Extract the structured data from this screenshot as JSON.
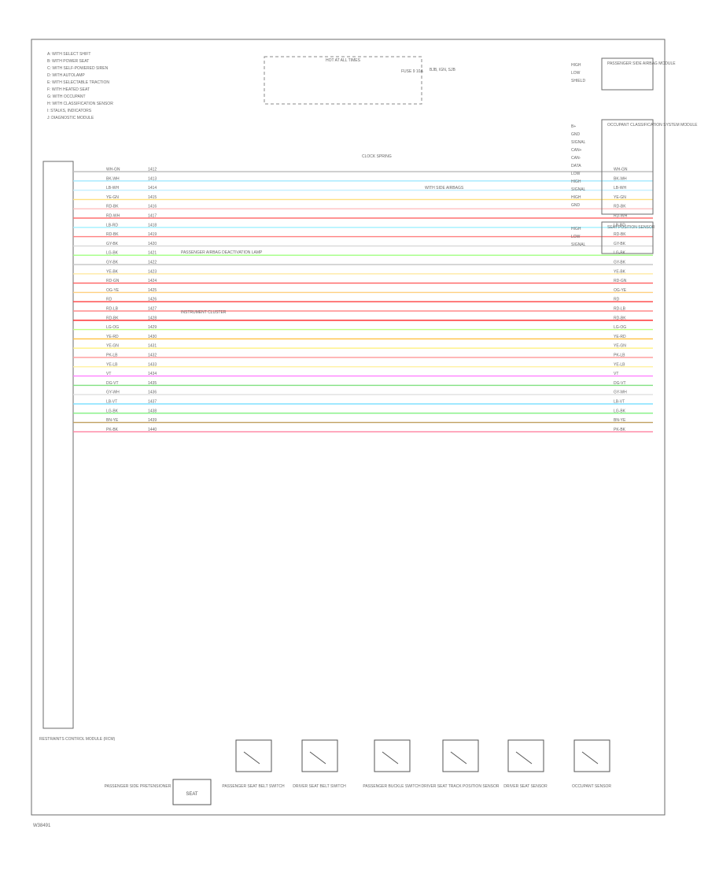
{
  "colors": {
    "frame": "#6b6b6b",
    "text": "#5a5a5a",
    "background": "#ffffff"
  },
  "corner_code": "W38491",
  "notes": [
    "A: WITH SELECT SHIFT",
    "B: WITH POWER SEAT",
    "C: WITH SELF-POWERED SIREN",
    "D: WITH AUTOLAMP",
    "E: WITH SELECTABLE TRACTION",
    "F: WITH HEATED SEAT",
    "G: WITH OCCUPANT",
    "H: WITH CLASSIFICATION SENSOR",
    "I: STALKS, INDICATORS",
    "J: DIAGNOSTIC MODULE"
  ],
  "module_name": "RESTRAINTS CONTROL MODULE (RCM)",
  "fuse_box": {
    "title": "HOT AT ALL TIMES",
    "fuse_label": "FUSE 9 10A"
  },
  "component_labels": {
    "fuse_panel_note": "BJB, IGN, SJB",
    "passenger_airbag_indicator": "PASSENGER AIRBAG DEACTIVATION LAMP",
    "clockspring": "CLOCK SPRING",
    "side_airbag_note": "WITH SIDE AIRBAGS",
    "instrument_cluster": "INSTRUMENT CLUSTER"
  },
  "right_connector_groups": [
    {
      "name": "PASSENGER SIDE AIRBAG MODULE",
      "pins": [
        "HIGH",
        "LOW",
        "SHIELD"
      ]
    },
    {
      "name": "OCCUPANT CLASSIFICATION SYSTEM MODULE",
      "pins": [
        "B+",
        "GND",
        "SIGNAL",
        "CAN+",
        "CAN-",
        "DATA",
        "LOW",
        "HIGH",
        "SIGNAL",
        "HIGH",
        "GND"
      ]
    },
    {
      "name": "SEAT POSITION SENSOR",
      "pins": [
        "HIGH",
        "LOW",
        "SIGNAL"
      ]
    }
  ],
  "bottom_components": [
    {
      "name": "PASSENGER SIDE PRETENSIONER"
    },
    {
      "name": "PASSENGER SEAT BELT SWITCH"
    },
    {
      "name": "DRIVER SEAT BELT SWITCH"
    },
    {
      "name": "PASSENGER BUCKLE SWITCH"
    },
    {
      "name": "DRIVER SEAT TRACK POSITION SENSOR"
    },
    {
      "name": "DRIVER SEAT SENSOR"
    },
    {
      "name": "OCCUPANT SENSOR"
    }
  ],
  "resistor_label": "SEAT",
  "wires": [
    {
      "color": "#c0c0c0",
      "label": "WH-GN",
      "circuit": "1412"
    },
    {
      "color": "#a0e8ff",
      "label": "BK-WH",
      "circuit": "1413"
    },
    {
      "color": "#c4f0ff",
      "label": "LB-WH",
      "circuit": "1414"
    },
    {
      "color": "#ffe080",
      "label": "YE-GN",
      "circuit": "1415"
    },
    {
      "color": "#ffbfbf",
      "label": "RD-BK",
      "circuit": "1416"
    },
    {
      "color": "#ff7070",
      "label": "RD-WH",
      "circuit": "1417"
    },
    {
      "color": "#a0f0ff",
      "label": "LB-RD",
      "circuit": "1418"
    },
    {
      "color": "#ff8080",
      "label": "RD-BK",
      "circuit": "1419"
    },
    {
      "color": "#d8d8d8",
      "label": "GY-BK",
      "circuit": "1420"
    },
    {
      "color": "#a0ff80",
      "label": "LG-BK",
      "circuit": "1421"
    },
    {
      "color": "#c8c8c8",
      "label": "GY-BK",
      "circuit": "1422"
    },
    {
      "color": "#ffe8a0",
      "label": "YE-BK",
      "circuit": "1423"
    },
    {
      "color": "#ff6060",
      "label": "RD-GN",
      "circuit": "1424"
    },
    {
      "color": "#ffd080",
      "label": "OG-YE",
      "circuit": "1425"
    },
    {
      "color": "#ff4040",
      "label": "RD",
      "circuit": "1426"
    },
    {
      "color": "#ff8c8c",
      "label": "RD-LB",
      "circuit": "1427"
    },
    {
      "color": "#ff2020",
      "label": "RD-BK",
      "circuit": "1428"
    },
    {
      "color": "#c0ff80",
      "label": "LG-OG",
      "circuit": "1429"
    },
    {
      "color": "#ffc040",
      "label": "YE-RD",
      "circuit": "1430"
    },
    {
      "color": "#fff080",
      "label": "YE-GN",
      "circuit": "1431"
    },
    {
      "color": "#ffa0a0",
      "label": "PK-LB",
      "circuit": "1432"
    },
    {
      "color": "#fff0a0",
      "label": "YE-LB",
      "circuit": "1433"
    },
    {
      "color": "#ff80ff",
      "label": "VT",
      "circuit": "1434"
    },
    {
      "color": "#80e080",
      "label": "DG-VT",
      "circuit": "1435"
    },
    {
      "color": "#e0e0e0",
      "label": "GY-WH",
      "circuit": "1436"
    },
    {
      "color": "#80e0ff",
      "label": "LB-VT",
      "circuit": "1437"
    },
    {
      "color": "#80f080",
      "label": "LG-BK",
      "circuit": "1438"
    },
    {
      "color": "#c0a060",
      "label": "BN-YE",
      "circuit": "1439"
    },
    {
      "color": "#ff80a0",
      "label": "PK-BK",
      "circuit": "1440"
    }
  ]
}
